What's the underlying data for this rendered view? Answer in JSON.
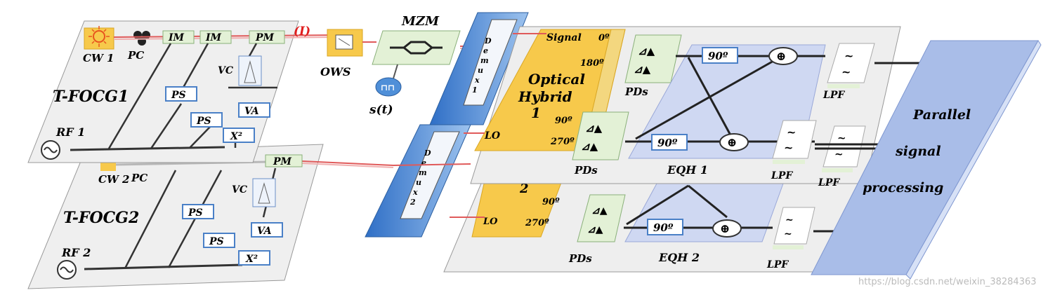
{
  "tfocg1": {
    "title": "T-FOCG1",
    "cw": "CW 1",
    "pc": "PC",
    "im1": "IM",
    "im2": "IM",
    "pm": "PM",
    "ps1": "PS",
    "ps2": "PS",
    "vc": "VC",
    "va": "VA",
    "x2": "X²",
    "rf": "RF 1",
    "marker": "(I)"
  },
  "tfocg2": {
    "title": "T-FOCG2",
    "cw": "CW 2",
    "pc": "PC",
    "pm": "PM",
    "ps1": "PS",
    "ps2": "PS",
    "vc": "VC",
    "va": "VA",
    "x2": "X²",
    "rf": "RF 2"
  },
  "ows": "OWS",
  "mzm": "MZM",
  "signal_source": "s(t)",
  "demux1": [
    "D",
    "e",
    "m",
    "u",
    "x",
    "1"
  ],
  "demux2": [
    "D",
    "e",
    "m",
    "u",
    "x",
    "2"
  ],
  "hybrid1": {
    "title_lines": [
      "Optical",
      "Hybrid",
      "1"
    ],
    "signal": "Signal",
    "lo": "LO",
    "p0": "0º",
    "p180": "180º",
    "p90": "90º",
    "p270": "270º"
  },
  "hybrid2": {
    "title": "2",
    "lo": "LO",
    "p90": "90º",
    "p270": "270º"
  },
  "pds_label": "PDs",
  "eqh1": {
    "label": "EQH 1",
    "shift": "90º",
    "sum": "⊕"
  },
  "eqh2": {
    "label": "EQH 2",
    "shift": "90º",
    "sum": "⊕"
  },
  "lpf_label": "LPF",
  "parallel_lines": [
    "Parallel",
    "signal",
    "processing"
  ],
  "watermark": "https://blog.csdn.net/weixin_38284363",
  "colors": {
    "module_green": "#e3f1d6",
    "hybrid_yellow": "#f7c94b",
    "demux_blue": "#4f8fd8",
    "eqh_blue": "#cfd8f2",
    "parallel_blue": "#a9bde8",
    "laser_orange": "#f5a623",
    "fiber_red": "#e05a5a",
    "panel_gray": "#eeeeee"
  }
}
